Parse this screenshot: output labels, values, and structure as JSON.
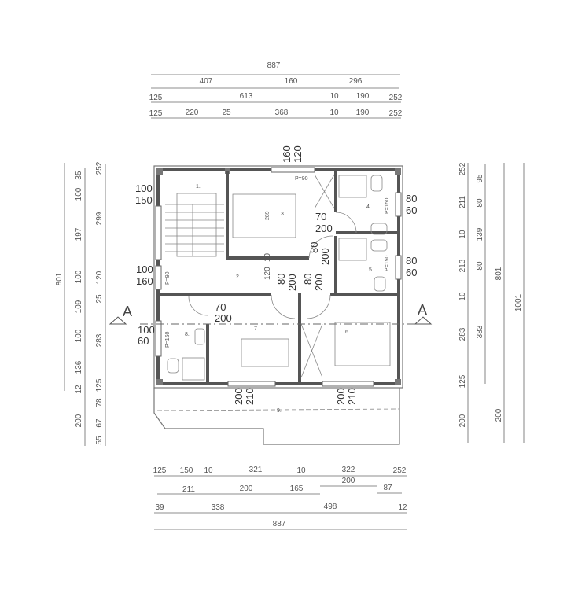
{
  "plan": {
    "top_dims": {
      "row1": [
        "887"
      ],
      "row2": [
        "407",
        "160",
        "296"
      ],
      "row3": [
        "125",
        "613",
        "10",
        "190",
        "252"
      ],
      "row4": [
        "125",
        "220",
        "25",
        "368",
        "10",
        "190",
        "252"
      ]
    },
    "bottom_dims": {
      "row1": [
        "125",
        "150",
        "10",
        "321",
        "10",
        "322",
        "252"
      ],
      "row2": [
        "211",
        "200",
        "165",
        "200",
        "87"
      ],
      "row3": [
        "39",
        "338",
        "498",
        "12"
      ],
      "row4": [
        "887"
      ]
    },
    "left_dims": {
      "col1": [
        "801"
      ],
      "col2": [
        "35",
        "100",
        "197",
        "100",
        "109",
        "100",
        "136",
        "12",
        "200"
      ],
      "col3": [
        "252",
        "299",
        "120",
        "25",
        "283",
        "125",
        "78",
        "67",
        "55"
      ]
    },
    "right_dims": {
      "col1": [
        "252",
        "211",
        "10",
        "213",
        "10",
        "283",
        "125",
        "200"
      ],
      "col2": [
        "95",
        "80",
        "139",
        "80",
        "383"
      ],
      "col3": [
        "801",
        "200"
      ],
      "col4": [
        "1001"
      ]
    },
    "openings": {
      "w1": [
        "100",
        "150"
      ],
      "w2": [
        "100",
        "160"
      ],
      "w3": [
        "100",
        "60"
      ],
      "w4": [
        "80",
        "60"
      ],
      "w5": [
        "80",
        "60"
      ],
      "top": [
        "160",
        "120"
      ],
      "d1": [
        "70",
        "200"
      ],
      "d2": [
        "70",
        "200"
      ],
      "d3": [
        "80",
        "200"
      ],
      "d4": [
        "80",
        "200"
      ],
      "d5": [
        "80",
        "200"
      ],
      "d6": [
        "200",
        "210"
      ],
      "d7": [
        "200",
        "210"
      ],
      "wall_a": "120",
      "wall_b": "10"
    },
    "rooms": {
      "r1": "1.",
      "r2": "2.",
      "r3": "3",
      "r3_len": "289",
      "r4": "4.",
      "r5": "5.",
      "r6": "6.",
      "r7": "7.",
      "r8": "8.",
      "r9": "9."
    },
    "sill_labels": [
      "P=90",
      "P=150",
      "P=150",
      "P=90",
      "P=150"
    ],
    "section_marker": "A"
  }
}
